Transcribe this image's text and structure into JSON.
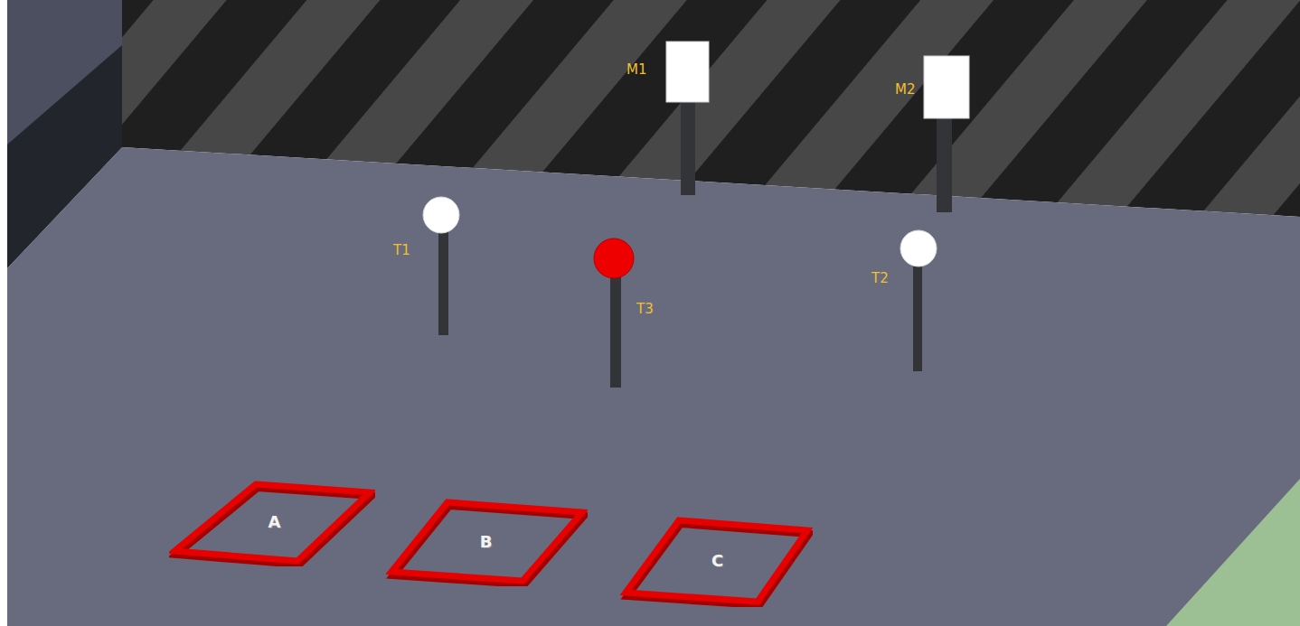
{
  "diagram": {
    "nodes": [
      {
        "text": [
          "A"
        ]
      },
      {
        "text": [
          "B"
        ]
      },
      {
        "text": [
          "C"
        ]
      }
    ],
    "labels": [
      "M1",
      "M2",
      "T1",
      "T3",
      "T2"
    ]
  }
}
